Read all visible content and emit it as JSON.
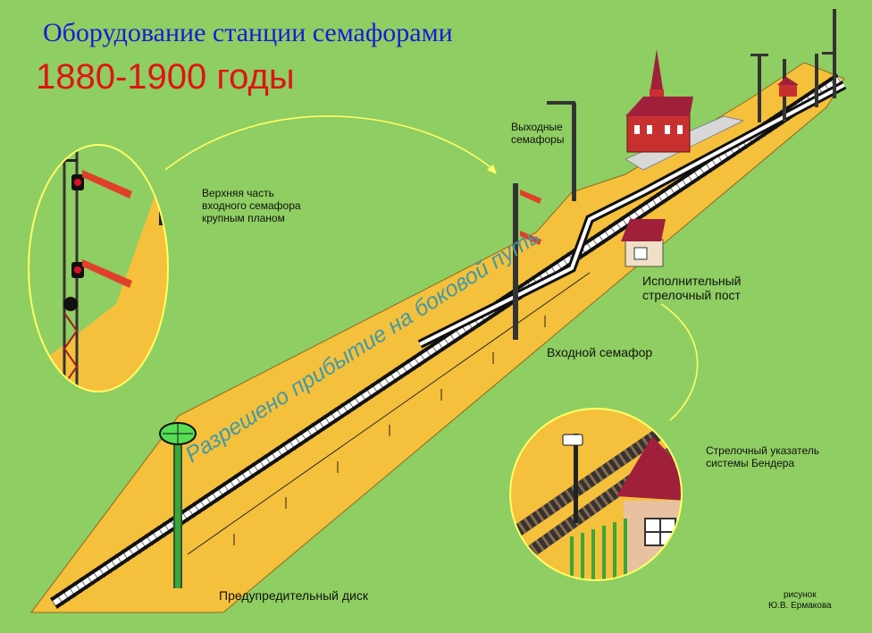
{
  "title": "Оборудование станции семафорами",
  "subtitle": "1880-1900 годы",
  "labels": {
    "upper_part": [
      "Верхняя часть",
      "входного семафора",
      "крупным планом"
    ],
    "exit_signals": [
      "Выходные",
      "семафоры"
    ],
    "switch_post": [
      "Исполнительный",
      "стрелочный пост"
    ],
    "entry_signal": "Входной семафор",
    "bender_indicator": [
      "Стрелочный указатель",
      "системы Бендера"
    ],
    "warning_disk": "Предупредительный диск",
    "route_text": "Разрешено прибытие на боковой путь",
    "credit": [
      "рисунок",
      "Ю.В. Ермакова"
    ]
  },
  "colors": {
    "background": "#8fce62",
    "embankment": "#f5c03c",
    "title": "#1a1ad8",
    "subtitle": "#e01414",
    "route_text": "#3f9aa7",
    "semaphore_arm": "#e0402a",
    "building_roof": "#a0203c",
    "callout_line": "#ffff66"
  }
}
